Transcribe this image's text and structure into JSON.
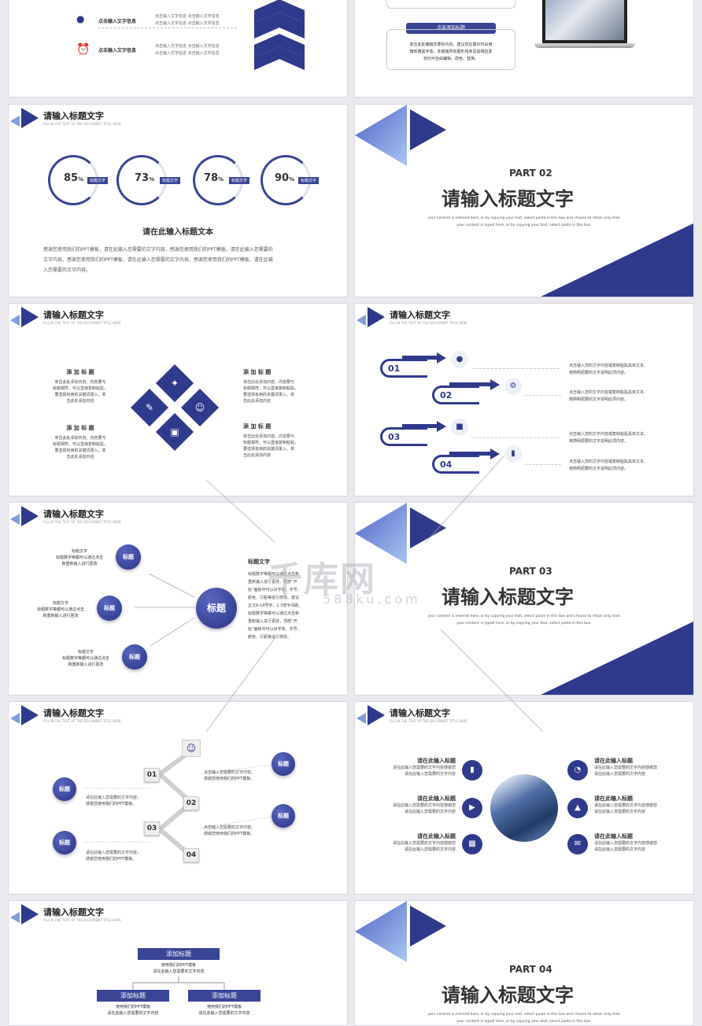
{
  "common": {
    "slide_title": "请输入标题文字",
    "slide_sub": "FILL IN THE TEXT OF THE DOCUMENT TITLE HERE",
    "part_title": "请输入标题文字",
    "part_en1": "your content is entered here, or by copying your text, select paste in this box and choose to retain only text.",
    "part_en2": "your content is typed here, or by copying your text, select paste in this box."
  },
  "s1": {
    "rows": [
      {
        "label": "点击输入文字信息",
        "desc1": "点击输入文字信息 点击输入文字信息",
        "desc2": "点击输入文字信息 点击输入文字信息"
      },
      {
        "label": "点击输入文字信息",
        "desc1": "点击输入文字信息 点击输入文字信息",
        "desc2": "点击输入文字信息 点击输入文字信息"
      }
    ]
  },
  "s2": {
    "button": "点击添加标题",
    "text1": "单击此处编辑您要的内容，建议您在展示时采用",
    "text2": "微软雅黑字体。本模版所有图形线条及其相应素",
    "text3": "材均可自由编辑、改色、替换。"
  },
  "s3": {
    "circles": [
      {
        "pct": "85",
        "label": "标题文字",
        "value": 85
      },
      {
        "pct": "73",
        "label": "标题文字",
        "value": 73
      },
      {
        "pct": "78",
        "label": "标题文字",
        "value": 78
      },
      {
        "pct": "90",
        "label": "标题文字",
        "value": 90
      }
    ],
    "pct_unit": "%",
    "heading": "请在此输入标题文本",
    "body1": "感谢您使用我们的PPT模板，请在此输入您需要的文字内容，感谢您使用我们的PPT模板，请在此输入您需要的",
    "body2": "文字内容，感谢您使用我们的PPT模板，请在此输入您需要的文字内容，感谢您使用我们的PPT模板，请在此输",
    "body3": "入您需要的文字内容。"
  },
  "s4": {
    "part": "PART 02"
  },
  "s5": {
    "blocks": [
      {
        "title": "添 加 标 题",
        "l1": "单击此处添加内容，内容要与",
        "l2": "标题相符，可以直接复制粘贴，",
        "l3": "要选择有用的关键词录入。单",
        "l4": "击此处添加内容"
      },
      {
        "title": "添 加 标 题",
        "l1": "单击此处添加内容，内容要与",
        "l2": "标题相符，可以直接复制粘贴，",
        "l3": "要选择有用的关键词录入。单",
        "l4": "击此处添加内容"
      },
      {
        "title": "添 加 标 题",
        "l1": "单击此处添加内容，内容要与",
        "l2": "标题相符，可以直接复制粘贴，",
        "l3": "要选择有用的关键词录入。单",
        "l4": "击此处添加内容"
      },
      {
        "title": "添 加 标 题",
        "l1": "单击此处添加内容，内容要与",
        "l2": "标题相符，可以直接复制粘贴，",
        "l3": "要选择有用的关键词录入。单",
        "l4": "击此处添加内容"
      }
    ]
  },
  "s6": {
    "items": [
      {
        "num": "01",
        "t1": "点击输入您的文字内容或复制粘贴具体文本、",
        "t2": "用简明扼要的文字说明此项内容。"
      },
      {
        "num": "02",
        "t1": "点击输入您的文字内容或复制粘贴具体文本、",
        "t2": "用简明扼要的文字说明此项内容。"
      },
      {
        "num": "03",
        "t1": "点击输入您的文字内容或复制粘贴具体文本、",
        "t2": "用简明扼要的文字说明此项内容。"
      },
      {
        "num": "04",
        "t1": "点击输入您的文字内容或复制粘贴具体文本、",
        "t2": "用简明扼要的文字说明此项内容。"
      }
    ]
  },
  "s7": {
    "center": "标题",
    "nodes": [
      {
        "ball": "标题",
        "title": "标题文字",
        "l1": "标题数字等都可以通过点击",
        "l2": "和重新输入进行更改"
      },
      {
        "ball": "标题",
        "title": "标题文字",
        "l1": "标题数字等都可以通过点击",
        "l2": "和重新输入进行更改"
      },
      {
        "ball": "标题",
        "title": "标题文字",
        "l1": "标题数字等都可以通过点击",
        "l2": "和重新输入进行更改"
      }
    ],
    "right_title": "标题文字",
    "right_lines": [
      "标题数字等都可以通过点击和",
      "重新输入进行更改，顶部“开",
      "始”面板中可以对字体、字号、",
      "颜色、行距等进行修改。建议",
      "正文8-14号字，1.3倍字间距。",
      "标题数字等都可以通过点击和",
      "重新输入进行更改，顶部“开",
      "始”面板中可以对字体、字号、",
      "颜色、行距等进行修改。"
    ]
  },
  "s8": {
    "part": "PART 03"
  },
  "s9": {
    "boxes": [
      "01",
      "02",
      "03",
      "04"
    ],
    "balls": [
      "标题",
      "标题",
      "标题",
      "标题"
    ],
    "texts": [
      {
        "l1": "点击输入您需要的文字内容，",
        "l2": "感谢您使用我们的PPT模板。"
      },
      {
        "l1": "请在此输入您需要的文字内容，",
        "l2": "感谢您使用我们的PPT模板。"
      },
      {
        "l1": "点击输入您需要的文字内容，",
        "l2": "感谢您使用我们的PPT模板。"
      },
      {
        "l1": "请在此输入您需要的文字内容，",
        "l2": "感谢您使用我们的PPT模板。"
      }
    ]
  },
  "s10": {
    "items": [
      {
        "title": "请在此输入标题",
        "l1": "请在此输入您需要的文字内容感谢您",
        "l2": "请在此输入您需要的文字内容"
      },
      {
        "title": "请在此输入标题",
        "l1": "请在此输入您需要的文字内容感谢您",
        "l2": "请在此输入您需要的文字内容"
      },
      {
        "title": "请在此输入标题",
        "l1": "请在此输入您需要的文字内容感谢您",
        "l2": "请在此输入您需要的文字内容"
      },
      {
        "title": "请在此输入标题",
        "l1": "请在此输入您需要的文字内容感谢您",
        "l2": "请在此输入您需要的文字内容"
      },
      {
        "title": "请在此输入标题",
        "l1": "请在此输入您需要的文字内容感谢您",
        "l2": "请在此输入您需要的文字内容"
      },
      {
        "title": "请在此输入标题",
        "l1": "请在此输入您需要的文字内容感谢您",
        "l2": "请在此输入您需要的文字内容"
      }
    ]
  },
  "s11": {
    "top": "添加标题",
    "top_l1": "使用我们的PPT模板",
    "top_l2": "请在此输入您需要的文字内容",
    "left": "添加标题",
    "left_l1": "使用我们的PPT模板",
    "left_l2": "请在此输入您需要的文字内容",
    "right": "添加标题",
    "right_l1": "使用我们的PPT模板",
    "right_l2": "请在此输入您需要的文字内容"
  },
  "s12": {
    "part": "PART 04"
  },
  "watermark": {
    "main": "千库网",
    "sub": "588ku.com"
  }
}
